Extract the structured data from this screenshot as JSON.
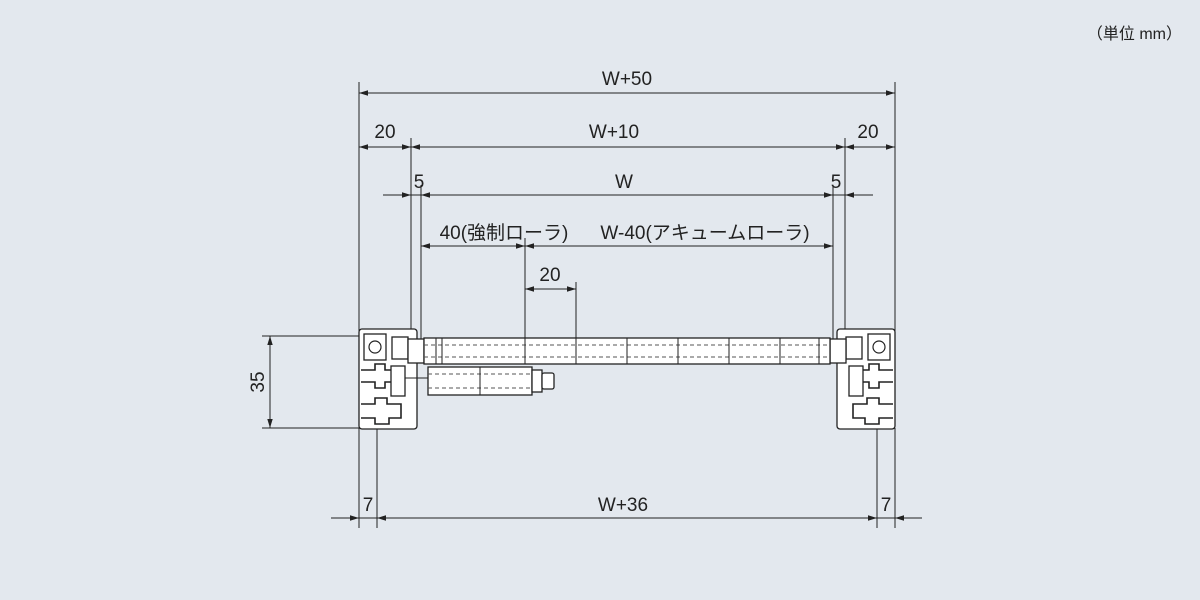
{
  "unit_label": "（単位 mm）",
  "dimensions": {
    "overall_width": "W+50",
    "left_margin": "20",
    "inner_width": "W+10",
    "right_margin": "20",
    "left_gap": "5",
    "roller_width": "W",
    "right_gap": "5",
    "forced_roller": "40(強制ローラ)",
    "accumulation_roller": "W-40(アキュームローラ)",
    "pitch": "20",
    "height": "35",
    "left_foot": "7",
    "base_width": "W+36",
    "right_foot": "7"
  },
  "colors": {
    "background": "#e3e8ee",
    "line": "#222222",
    "part_fill": "#ffffff"
  }
}
